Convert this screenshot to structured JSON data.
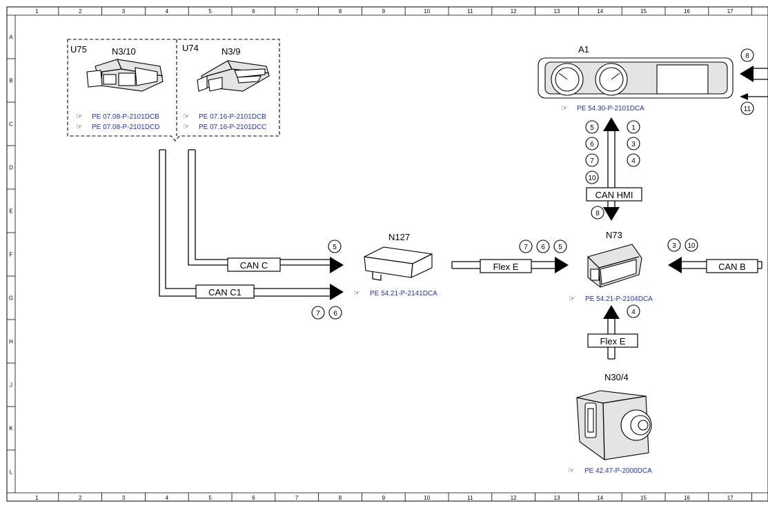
{
  "ruler": {
    "cols": [
      "1",
      "2",
      "3",
      "4",
      "5",
      "6",
      "7",
      "8",
      "9",
      "10",
      "11",
      "12",
      "13",
      "14",
      "15",
      "16",
      "17"
    ],
    "rows": [
      "A",
      "B",
      "C",
      "D",
      "E",
      "F",
      "G",
      "H",
      "J",
      "K",
      "L"
    ]
  },
  "components": {
    "u75": "U75",
    "n310": "N3/10",
    "u74": "U74",
    "n39": "N3/9",
    "a1": "A1",
    "n127": "N127",
    "n73": "N73",
    "n304": "N30/4"
  },
  "refs": {
    "n310_ref1": "PE 07.08-P-2101DCB",
    "n310_ref2": "PE 07.08-P-2101DCD",
    "n39_ref1": "PE 07.16-P-2101DCB",
    "n39_ref2": "PE 07.16-P-2101DCC",
    "a1_ref": "PE 54.30-P-2101DCA",
    "n127_ref": "PE 54.21-P-2141DCA",
    "n73_ref": "PE 54.21-P-2104DCA",
    "n304_ref": "PE 42.47-P-2000DCA"
  },
  "buses": {
    "can_c": "CAN C",
    "can_c1": "CAN C1",
    "flex_e_1": "Flex E",
    "can_hmi": "CAN HMI",
    "can_b": "CAN B",
    "flex_e_2": "Flex E"
  },
  "callouts": {
    "can_c_5": "5",
    "can_c1_7": "7",
    "can_c1_6": "6",
    "flex_7": "7",
    "flex_6": "6",
    "flex_5": "5",
    "hmi_5": "5",
    "hmi_6": "6",
    "hmi_7": "7",
    "hmi_10": "10",
    "hmi_1": "1",
    "hmi_3": "3",
    "hmi_4": "4",
    "hmi_8": "8",
    "canb_3": "3",
    "canb_10": "10",
    "flex2_4": "4",
    "a1_8": "8",
    "a1_11": "11"
  }
}
